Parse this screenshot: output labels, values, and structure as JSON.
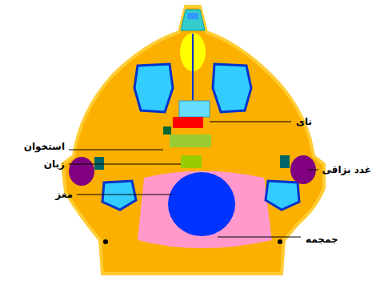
{
  "diagram": {
    "labels": [
      "نای",
      "استخوان",
      "زبان",
      "غدد بزاقی",
      "مغز",
      "جمجمه"
    ]
  }
}
